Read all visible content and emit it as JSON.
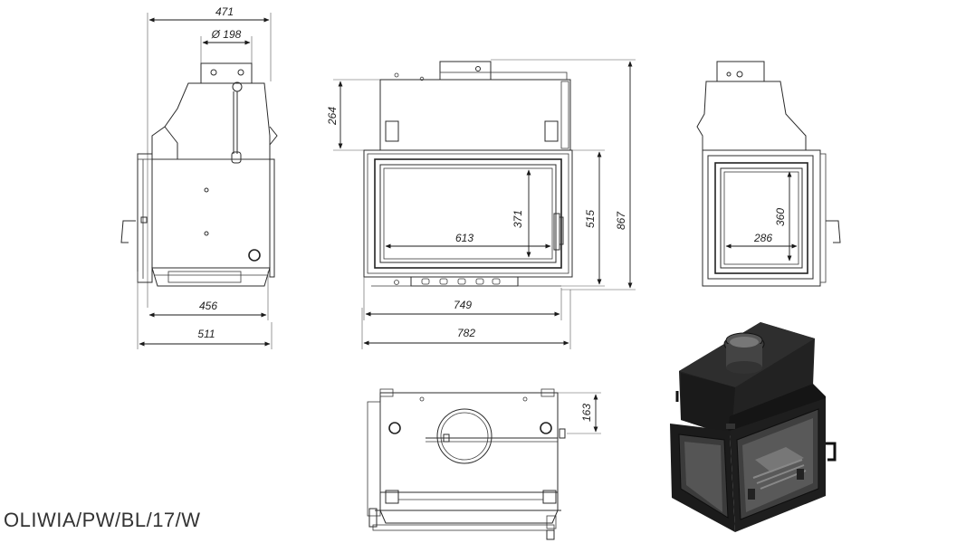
{
  "model": "OLIWIA/PW/BL/17/W",
  "dimensions": {
    "side_width_top": "471",
    "flue_diameter": "Ø 198",
    "side_inner": "456",
    "side_total": "511",
    "front_top_height": "264",
    "front_glass_height": "371",
    "front_glass_width": "613",
    "front_door_height": "515",
    "total_height": "867",
    "front_door_width": "749",
    "front_total_width": "782",
    "right_glass_height": "360",
    "right_glass_width": "286",
    "top_depth": "163"
  },
  "colors": {
    "line": "#2b2b2b",
    "product_dark": "#1c1c1c"
  },
  "views": [
    "side-view",
    "front-view",
    "right-side-view",
    "top-view",
    "isometric-render"
  ]
}
